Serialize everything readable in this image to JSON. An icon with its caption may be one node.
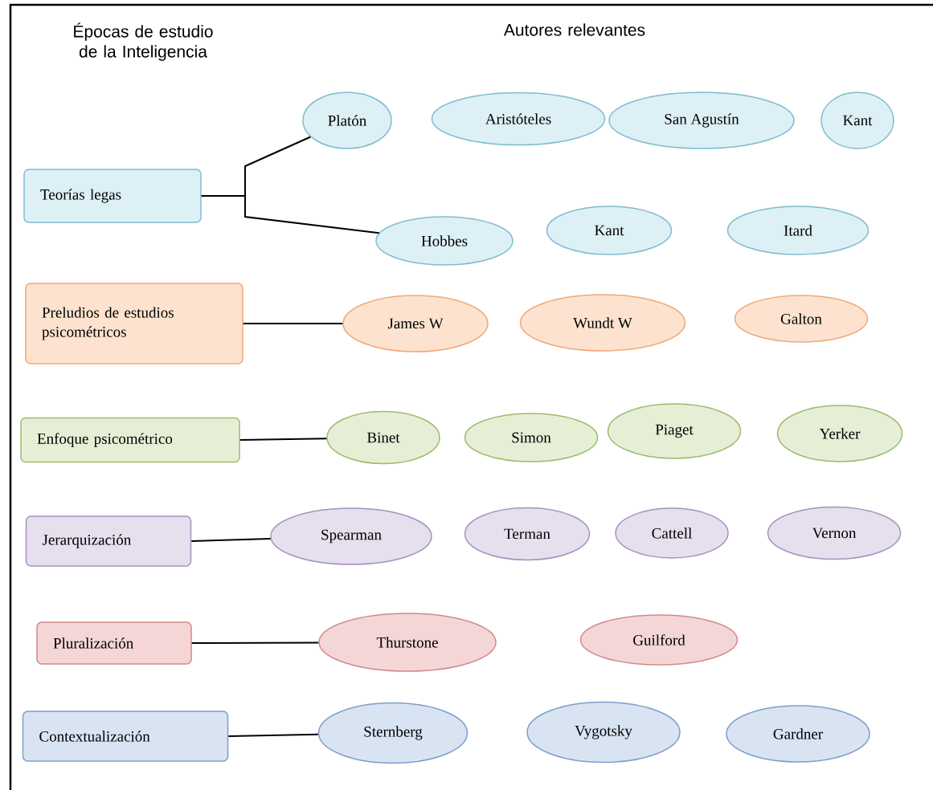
{
  "diagram": {
    "nodes": [
      {
        "text": [
          "Teorías legas"
        ]
      },
      {
        "text": [
          "Platón"
        ]
      },
      {
        "text": [
          "Aristóteles"
        ]
      },
      {
        "text": [
          "San Agustín"
        ]
      },
      {
        "text": [
          "Kant"
        ]
      },
      {
        "text": [
          "Hobbes"
        ]
      },
      {
        "text": [
          "Kant"
        ]
      },
      {
        "text": [
          "Itard"
        ]
      },
      {
        "text": [
          "Preludios de estudios psicométricos"
        ]
      },
      {
        "text": [
          "James W"
        ]
      },
      {
        "text": [
          "Wundt W"
        ]
      },
      {
        "text": [
          "Galton"
        ]
      },
      {
        "text": [
          "Enfoque psicométrico"
        ]
      },
      {
        "text": [
          "Binet"
        ]
      },
      {
        "text": [
          "Simon"
        ]
      },
      {
        "text": [
          "Piaget"
        ]
      },
      {
        "text": [
          "Yerker"
        ]
      },
      {
        "text": [
          "Jerarquización"
        ]
      },
      {
        "text": [
          "Spearman"
        ]
      },
      {
        "text": [
          "Terman"
        ]
      },
      {
        "text": [
          "Cattell"
        ]
      },
      {
        "text": [
          "Vernon"
        ]
      },
      {
        "text": [
          "Pluralización"
        ]
      },
      {
        "text": [
          "Thurstone"
        ]
      },
      {
        "text": [
          "Guilford"
        ]
      },
      {
        "text": [
          "Contextualización"
        ]
      },
      {
        "text": [
          "Sternberg"
        ]
      },
      {
        "text": [
          "Vygotsky"
        ]
      },
      {
        "text": [
          "Gardner"
        ]
      }
    ],
    "edges": [
      {
        "from": 0,
        "to": 1,
        "arrow": "none"
      },
      {
        "from": 0,
        "to": 5,
        "arrow": "none"
      },
      {
        "from": 8,
        "to": 9,
        "arrow": "none"
      },
      {
        "from": 12,
        "to": 13,
        "arrow": "none"
      },
      {
        "from": 17,
        "to": 18,
        "arrow": "none"
      },
      {
        "from": 22,
        "to": 23,
        "arrow": "none"
      },
      {
        "from": 25,
        "to": 26,
        "arrow": "none"
      }
    ],
    "labels": [
      "Épocas de estudio de la Inteligencia",
      "Autores relevantes"
    ]
  }
}
